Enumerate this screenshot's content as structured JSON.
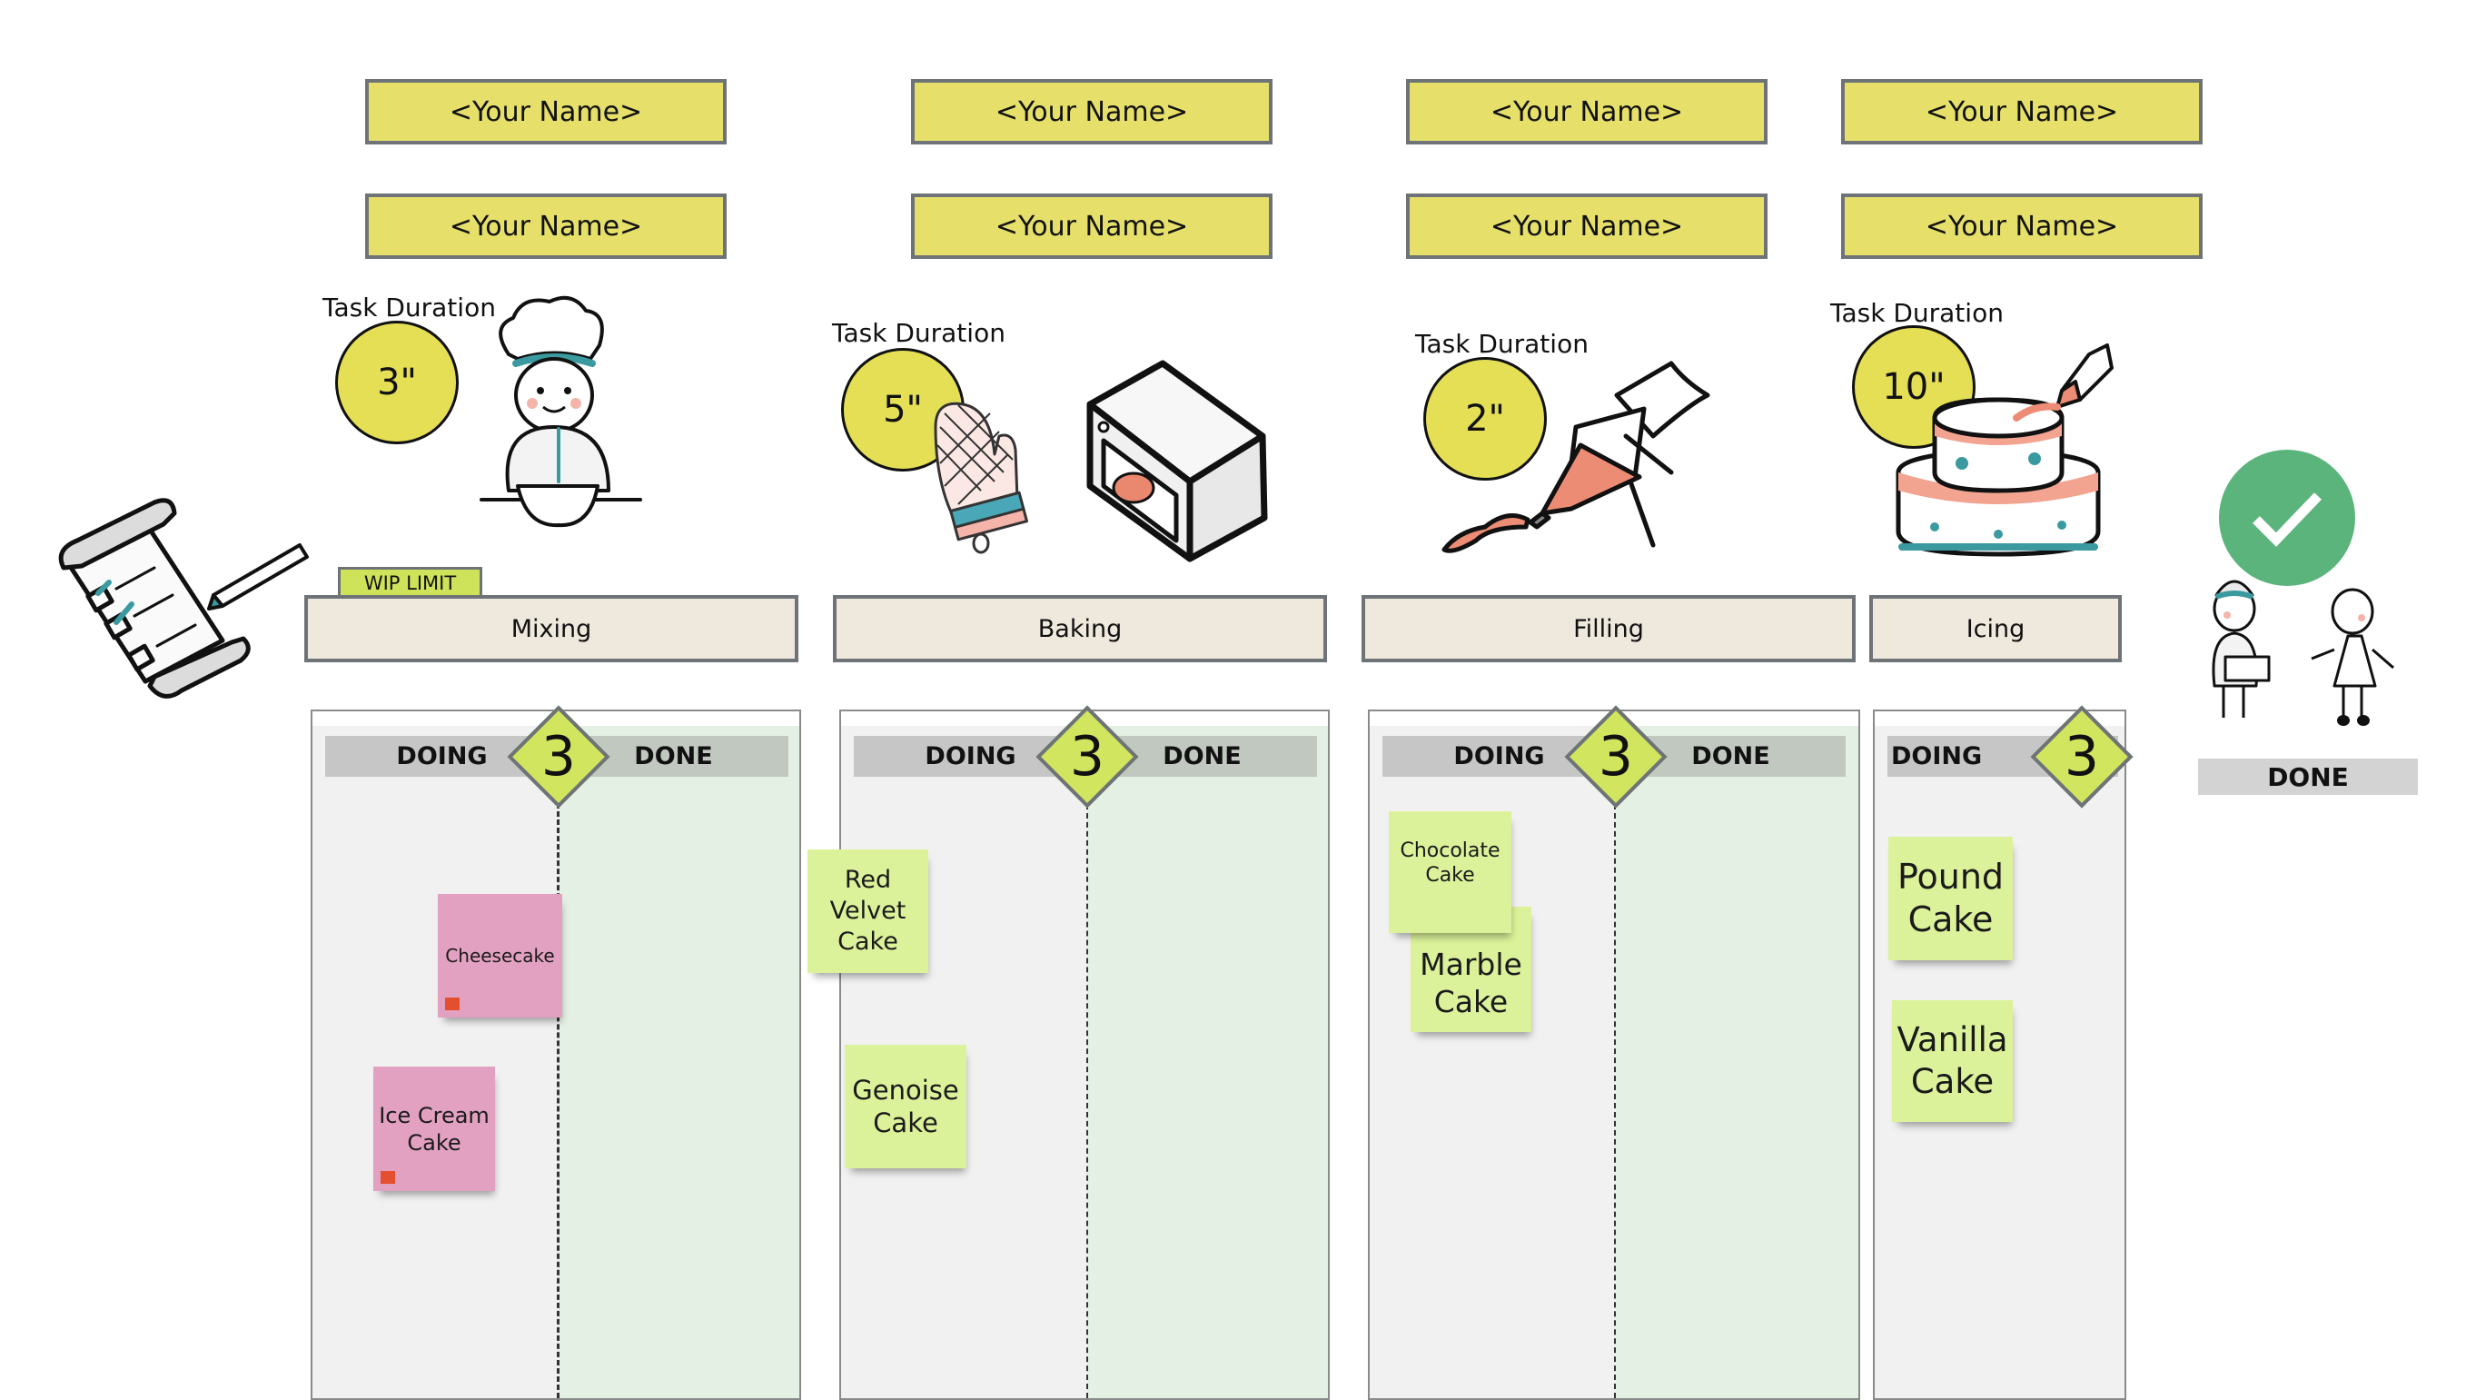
{
  "name_boxes": {
    "mixing": [
      "<Your Name>",
      "<Your Name>"
    ],
    "baking": [
      "<Your Name>",
      "<Your Name>"
    ],
    "filling": [
      "<Your Name>",
      "<Your Name>"
    ],
    "icing": [
      "<Your Name>",
      "<Your Name>"
    ]
  },
  "task_duration_label": "Task Duration",
  "durations": {
    "mixing": "3\"",
    "baking": "5\"",
    "filling": "2\"",
    "icing": "10\""
  },
  "wip_limit_label": "WIP LIMIT",
  "stages": {
    "mixing": "Mixing",
    "baking": "Baking",
    "filling": "Filling",
    "icing": "Icing"
  },
  "columns": {
    "doing": "DOING",
    "done": "DONE"
  },
  "wip_limits": {
    "mixing": "3",
    "baking": "3",
    "filling": "3",
    "icing": "3"
  },
  "cards": {
    "mixing": [
      {
        "label": "Cheesecake",
        "color": "pink",
        "blocked": true
      },
      {
        "label": "Ice Cream Cake",
        "color": "pink",
        "blocked": true
      }
    ],
    "baking": [
      {
        "label": "Red Velvet Cake",
        "color": "green"
      },
      {
        "label": "Genoise Cake",
        "color": "green"
      }
    ],
    "filling": [
      {
        "label": "Chocolate Cake",
        "color": "green"
      },
      {
        "label": "Marble Cake",
        "color": "green"
      }
    ],
    "icing": [
      {
        "label": "Pound Cake",
        "color": "green"
      },
      {
        "label": "Vanilla Cake",
        "color": "green"
      }
    ]
  },
  "final_done_label": "DONE",
  "colors": {
    "name_box": "#e6e06b",
    "duration_circle": "#e5df55",
    "wip_diamond": "#d2e55e",
    "stage_header": "#efe8dd",
    "sticky_pink": "#e3a1c2",
    "sticky_green": "#dcf29a",
    "blocked_flag": "#e4502f",
    "done_check": "#5bb47c"
  }
}
